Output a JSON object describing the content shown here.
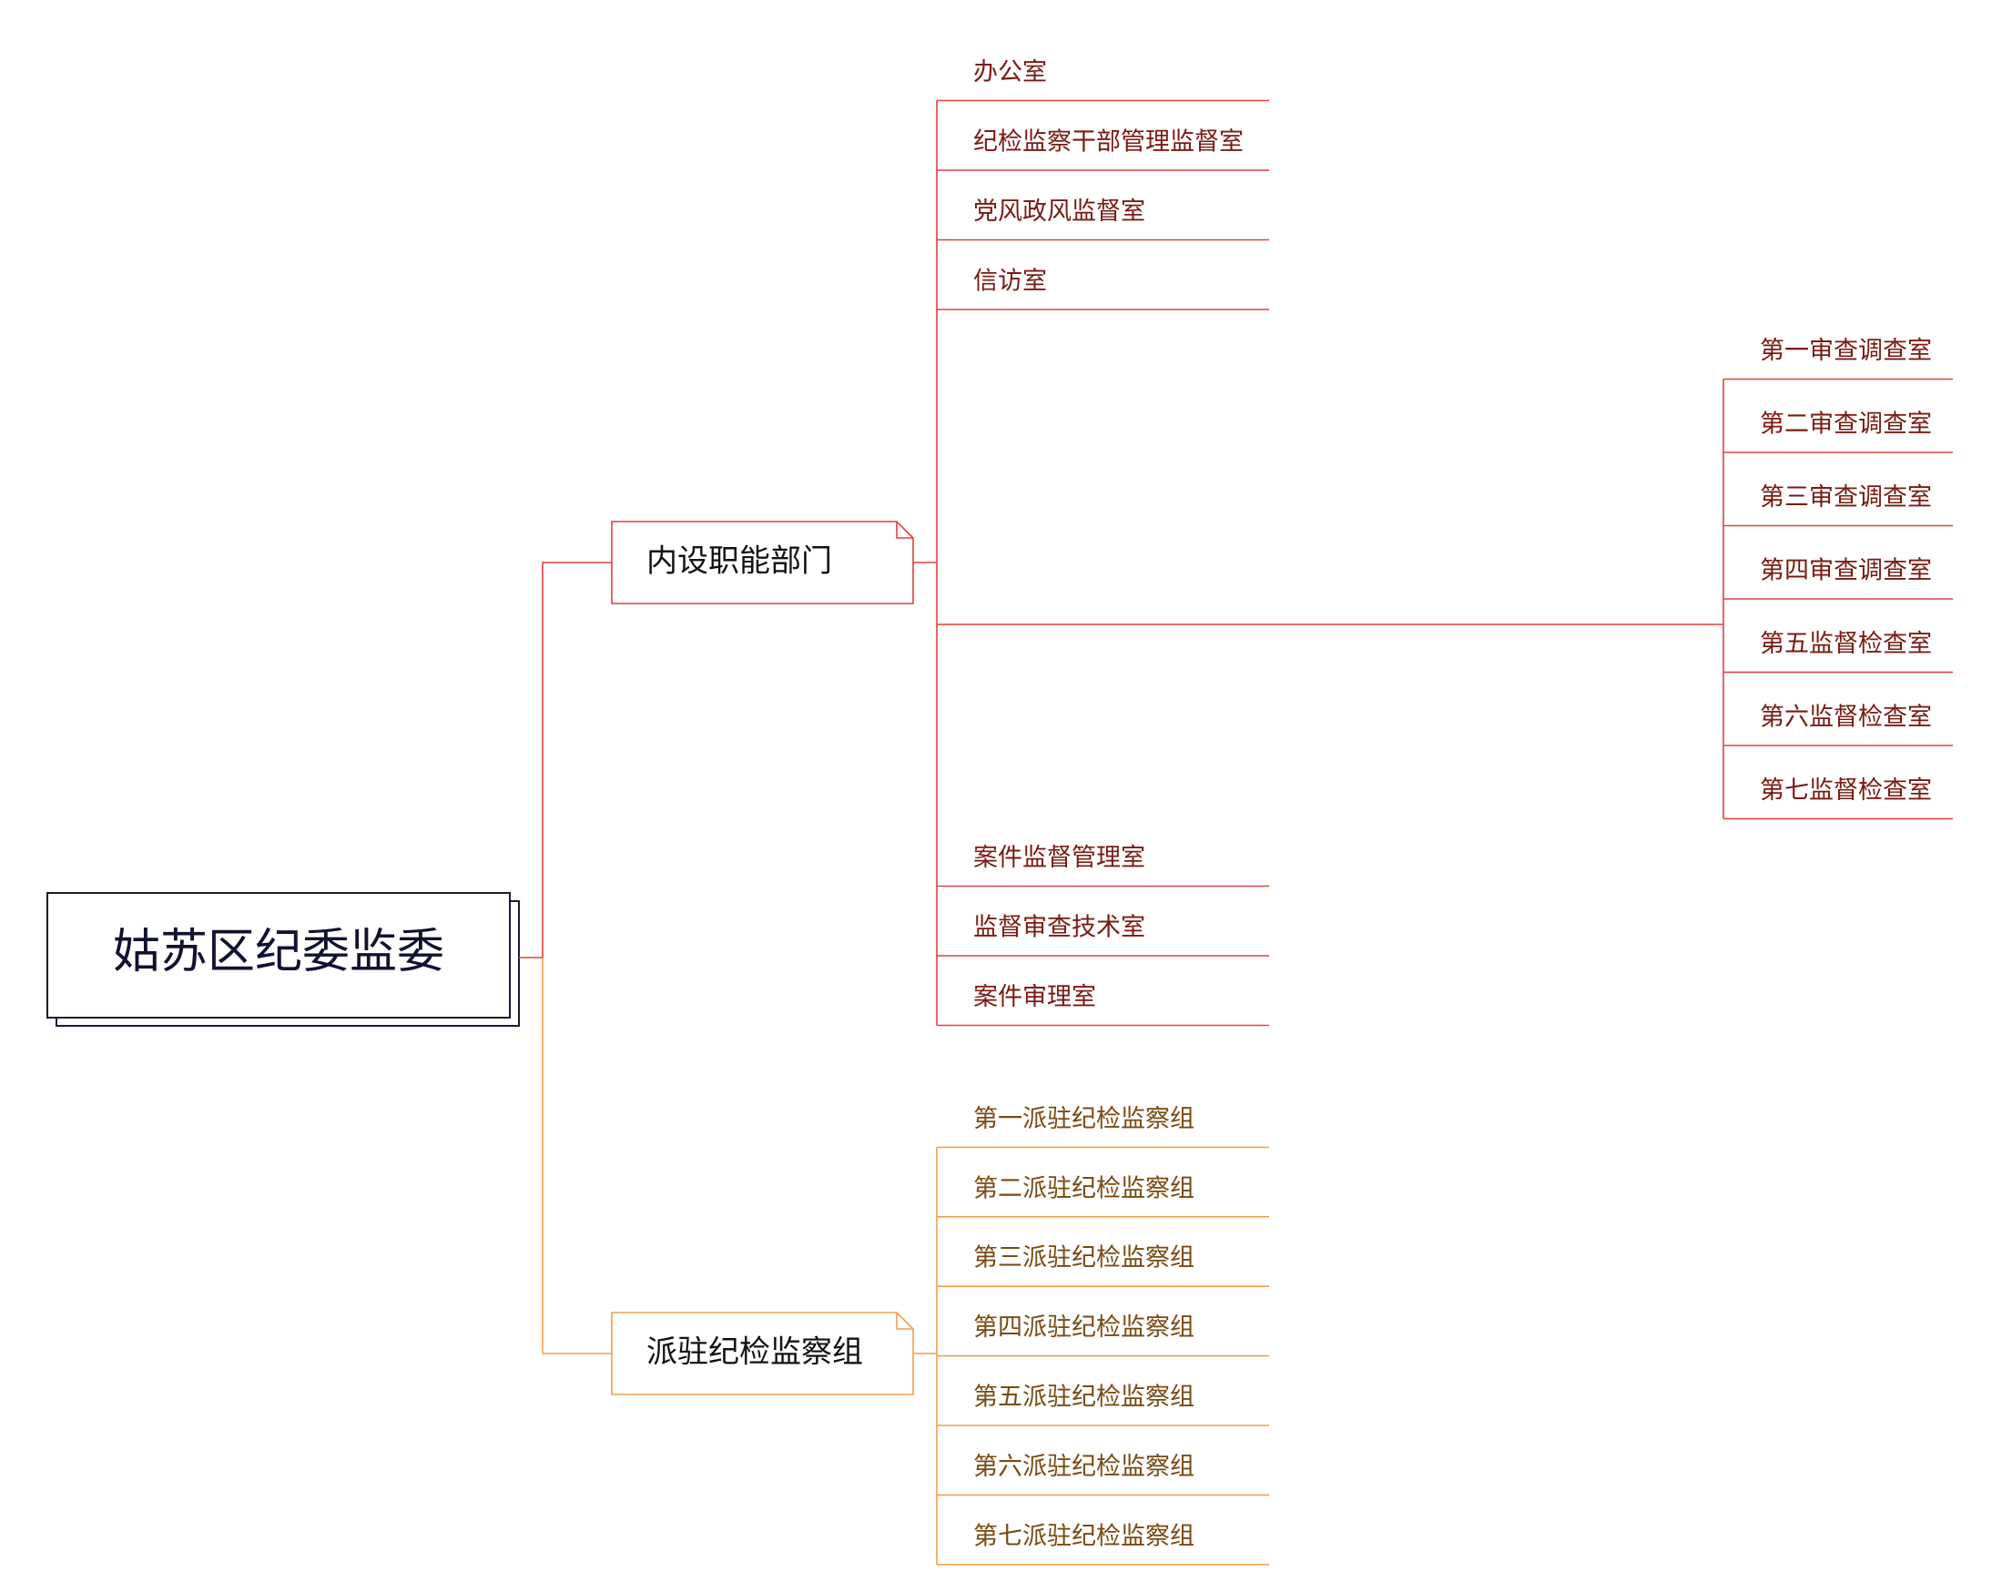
{
  "root": {
    "label": "姑苏区纪委监委"
  },
  "branches": [
    {
      "label": "内设职能部门",
      "color": "#e0413a",
      "text_color": "#7a1a12",
      "groups": [
        {
          "items": [
            "办公室",
            "纪检监察干部管理监督室",
            "党风政风监督室",
            "信访室"
          ]
        },
        {
          "items": [
            "第一审查调查室",
            "第二审查调查室",
            "第三审查调查室",
            "第四审查调查室",
            "第五监督检查室",
            "第六监督检查室",
            "第七监督检查室"
          ]
        },
        {
          "items": [
            "案件监督管理室",
            "监督审查技术室",
            "案件审理室"
          ]
        }
      ]
    },
    {
      "label": "派驻纪检监察组",
      "color": "#f0a04a",
      "text_color": "#7a4a10",
      "groups": [
        {
          "items": [
            "第一派驻纪检监察组",
            "第二派驻纪检监察组",
            "第三派驻纪检监察组",
            "第四派驻纪检监察组",
            "第五派驻纪检监察组",
            "第六派驻纪检监察组",
            "第七派驻纪检监察组"
          ]
        }
      ]
    }
  ],
  "colors": {
    "root_border": "#1a1a3a",
    "root_text": "#111133"
  }
}
